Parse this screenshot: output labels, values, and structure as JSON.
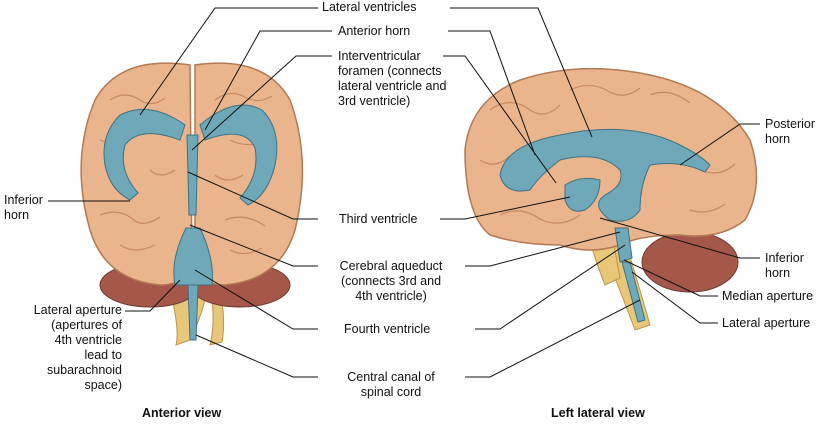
{
  "labels": {
    "lateral_ventricles": "Lateral ventricles",
    "anterior_horn": "Anterior horn",
    "interventricular_foramen": "Interventricular\nforamen (connects\nlateral ventricle and\n3rd ventricle)",
    "posterior_horn": "Posterior\nhorn",
    "inferior_horn_left": "Inferior\nhorn",
    "third_ventricle": "Third ventricle",
    "inferior_horn_right": "Inferior\nhorn",
    "cerebral_aqueduct": "Cerebral aqueduct\n(connects 3rd and\n4th ventricle)",
    "median_aperture": "Median aperture",
    "lateral_aperture_left": "Lateral aperture\n(apertures of\n4th ventricle\nlead to\nsubarachnoid\nspace)",
    "lateral_aperture_right": "Lateral aperture",
    "fourth_ventricle": "Fourth ventricle",
    "central_canal": "Central canal of\nspinal cord"
  },
  "captions": {
    "anterior": "Anterior view",
    "lateral": "Left lateral view"
  },
  "colors": {
    "brain": "#eab48c",
    "brain_dark": "#c98a62",
    "cerebellum": "#a5574a",
    "ventricle": "#6fa8b8",
    "spinal_cord": "#e8c878",
    "leader": "#111111"
  }
}
